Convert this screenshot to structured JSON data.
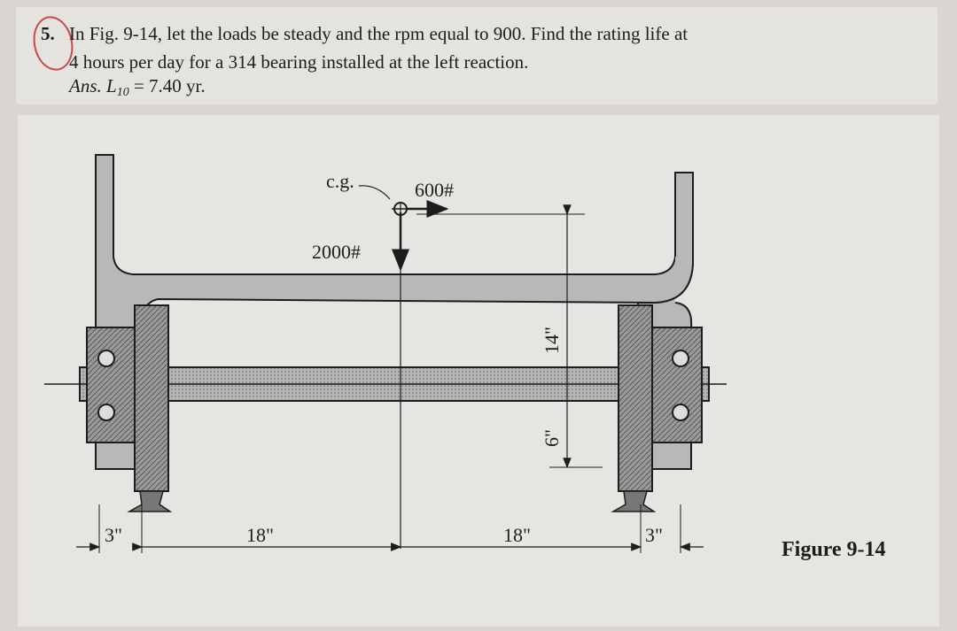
{
  "problem": {
    "number": "5.",
    "line1": "In Fig. 9-14, let the loads be steady and the rpm equal to 900. Find the rating life at",
    "line2": "4 hours per day for a 314 bearing installed at the left reaction.",
    "answer_prefix": "Ans. L",
    "answer_sub": "10",
    "answer_value": " = 7.40 yr."
  },
  "figure": {
    "cg_label": "c.g.",
    "load_horizontal": "600#",
    "load_vertical": "2000#",
    "dim_14": "14\"",
    "dim_6": "6\"",
    "dim_3_left": "3\"",
    "dim_18_left": "18\"",
    "dim_18_right": "18\"",
    "dim_3_right": "3\"",
    "caption": "Figure 9-14"
  }
}
